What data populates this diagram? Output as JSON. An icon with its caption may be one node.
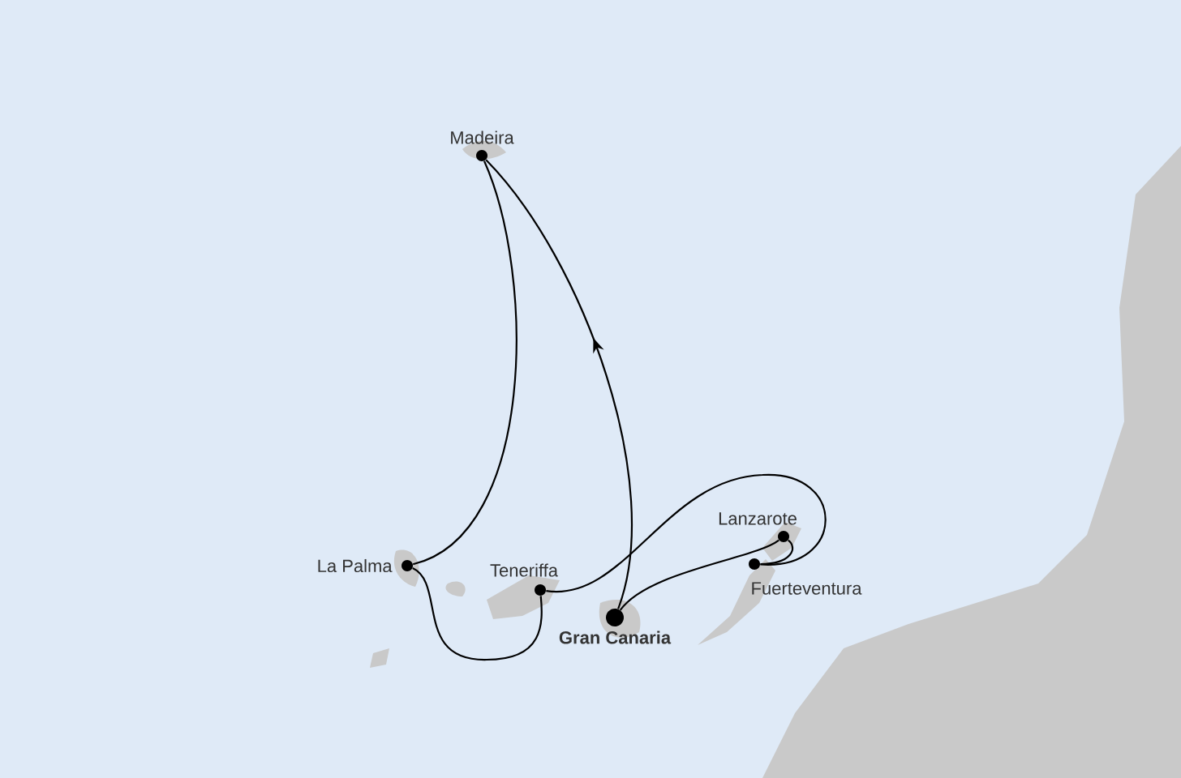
{
  "diagram": {
    "nodes": [
      {
        "text": [
          "Madeira"
        ]
      },
      {
        "text": [
          "La Palma"
        ]
      },
      {
        "text": [
          "Teneriffa"
        ]
      },
      {
        "text": [
          "Gran Canaria"
        ]
      },
      {
        "text": [
          "Lanzarote"
        ]
      },
      {
        "text": [
          "Fuerteventura"
        ]
      }
    ],
    "edges": [
      {
        "from": 3,
        "to": 0,
        "arrow": "to"
      },
      {
        "from": 0,
        "to": 1,
        "arrow": "none"
      },
      {
        "from": 1,
        "to": 2,
        "arrow": "none"
      },
      {
        "from": 2,
        "to": 5,
        "arrow": "none"
      },
      {
        "from": 5,
        "to": 4,
        "arrow": "none"
      },
      {
        "from": 4,
        "to": 3,
        "arrow": "none"
      }
    ]
  }
}
